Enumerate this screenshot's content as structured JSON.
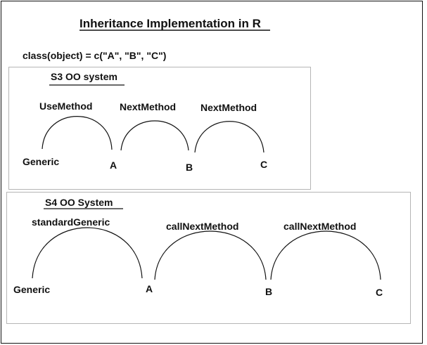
{
  "title": "Inheritance Implementation in R",
  "class_line": "class(object) = c(\"A\", \"B\", \"C\")",
  "s3": {
    "heading": "S3 OO system",
    "method_1": "UseMethod",
    "method_2": "NextMethod",
    "method_3": "NextMethod",
    "node_generic": "Generic",
    "node_a": "A",
    "node_b": "B",
    "node_c": "C"
  },
  "s4": {
    "heading": "S4 OO System",
    "method_1": "standardGeneric",
    "method_2": "callNextMethod",
    "method_3": "callNextMethod",
    "node_generic": "Generic",
    "node_a": "A",
    "node_b": "B",
    "node_c": "C"
  },
  "colors": {
    "stroke": "#111111",
    "box_border": "#b5b5b5",
    "background": "#ffffff"
  }
}
